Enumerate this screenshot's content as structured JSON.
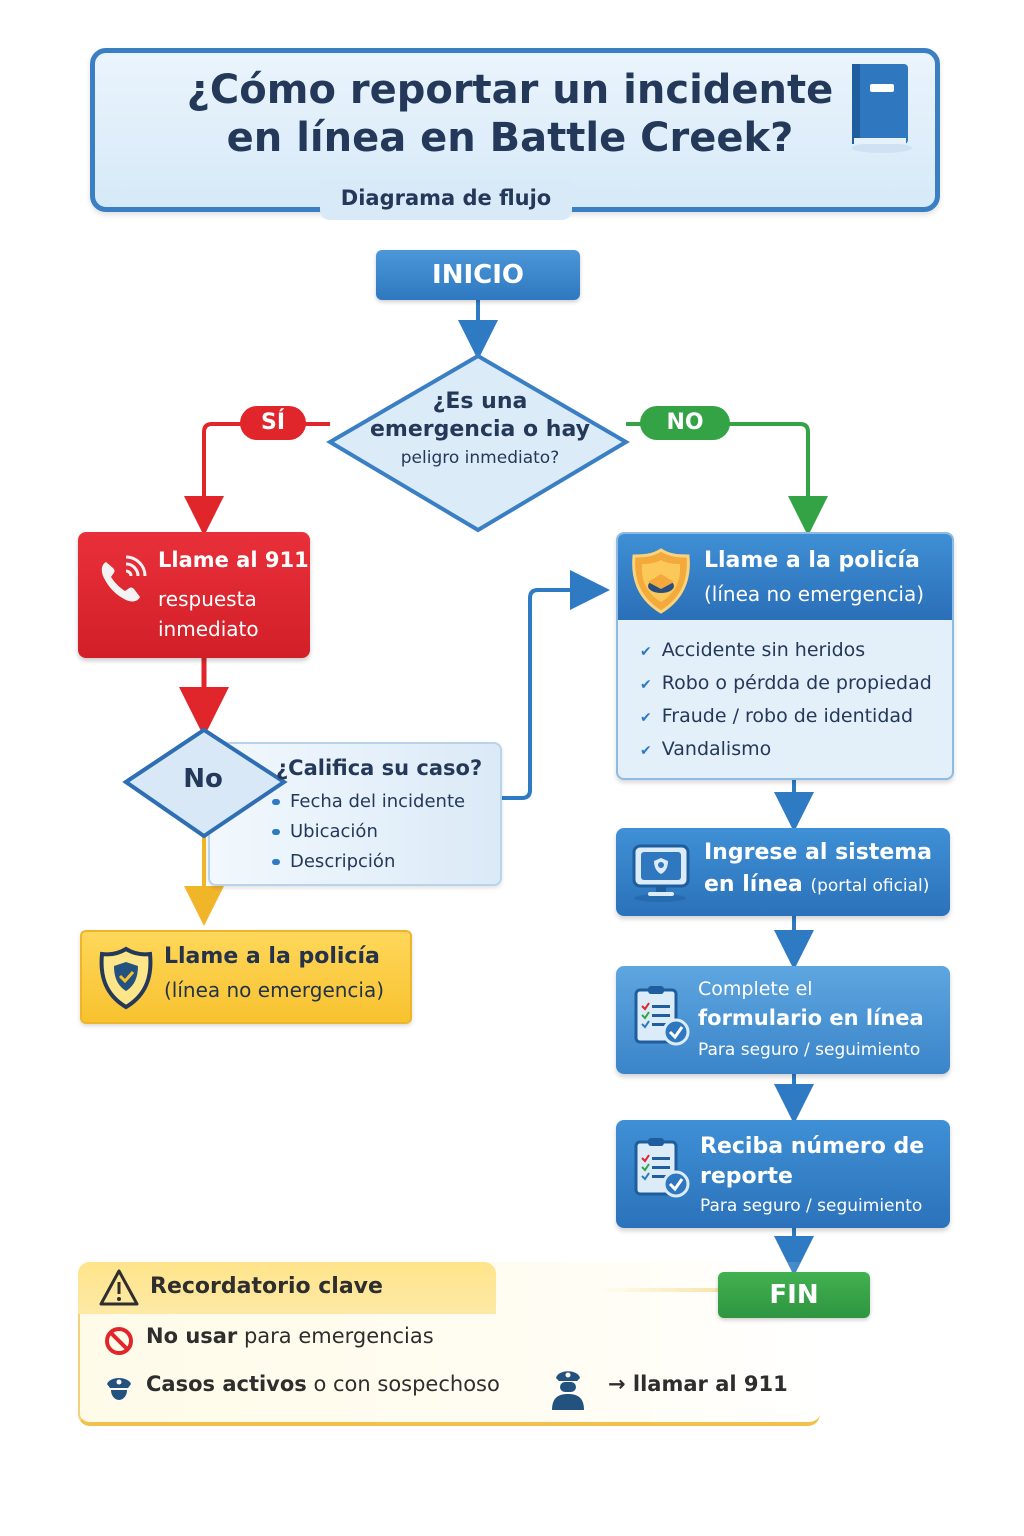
{
  "header": {
    "title_line1": "¿Cómo reportar un incidente",
    "title_line2": "en línea en Battle Creek?",
    "subtitle": "Diagrama de flujo",
    "icon": "book-icon"
  },
  "flow": {
    "start": "INICIO",
    "decision": {
      "line1": "¿Es una",
      "line2": "emergencia o hay",
      "line3": "peligro inmediato?"
    },
    "yes_label": "SÍ",
    "no_label": "NO",
    "emergency_box": {
      "icon": "phone-icon",
      "title": "Llame al 911",
      "line2": "respuesta",
      "line3": "inmediato"
    },
    "qualify": {
      "decision_label": "No",
      "title": "¿Califica su caso?",
      "items": [
        "Fecha del incidente",
        "Ubicación",
        "Descripción"
      ]
    },
    "police_yellow": {
      "icon": "shield-check-icon",
      "title": "Llame a la policía",
      "subtitle": "(línea no emergencia)"
    },
    "police_blue": {
      "icon": "badge-icon",
      "title": "Llame a la policía",
      "subtitle": "(línea no emergencia)",
      "items": [
        "Accidente sin heridos",
        "Robo o pérdda de propiedad",
        "Fraude / robo de identidad",
        "Vandalismo"
      ]
    },
    "steps": [
      {
        "icon": "computer-icon",
        "line1": "Ingrese al sistema",
        "line2": "en línea",
        "note": "(portal oficial)"
      },
      {
        "icon": "clipboard-check-icon",
        "line1": "Complete el",
        "line2": "formulario en línea",
        "note": "Para seguro / seguimiento"
      },
      {
        "icon": "clipboard-check-icon",
        "line1": "Reciba número de reporte",
        "note": "Para seguro / seguimiento"
      }
    ],
    "end": "FIN"
  },
  "reminder": {
    "title": "Recordatorio clave",
    "line1_bold": "No usar",
    "line1_rest": " para emergencias",
    "line2_bold": "Casos activos",
    "line2_rest": " o con sospechoso",
    "line2_action": "→ llamar al 911"
  },
  "colors": {
    "primary_blue": "#2f78c0",
    "emergency_red": "#e0262b",
    "go_green": "#34a346",
    "warning_yellow": "#f7c22f"
  }
}
